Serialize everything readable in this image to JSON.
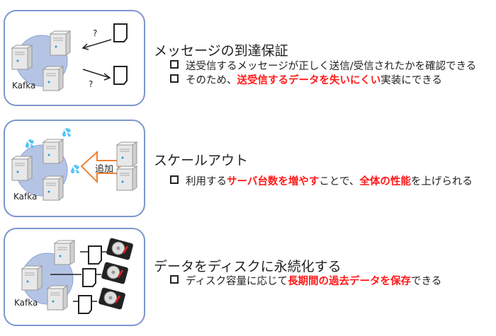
{
  "sections": [
    {
      "title": "メッセージの到達保証",
      "kafka_label": "Kafka",
      "marks": [
        "?",
        "?"
      ],
      "bullets": [
        [
          {
            "text": "送受信するメッセージが正しく送信/受信されたかを確認できる",
            "red": false
          }
        ],
        [
          {
            "text": "そのため、",
            "red": false
          },
          {
            "text": "送受信するデータを失いにくい",
            "red": true
          },
          {
            "text": "実装にできる",
            "red": false
          }
        ]
      ]
    },
    {
      "title": "スケールアウト",
      "kafka_label": "Kafka",
      "arrow_label": "追加",
      "bullets": [
        [
          {
            "text": "利用する",
            "red": false
          },
          {
            "text": "サーバ台数を増やす",
            "red": true
          },
          {
            "text": "ことで、",
            "red": false
          },
          {
            "text": "全体の性能",
            "red": true
          },
          {
            "text": "を上げられる",
            "red": false
          }
        ]
      ]
    },
    {
      "title": "データをディスクに永続化する",
      "kafka_label": "Kafka",
      "bullets": [
        [
          {
            "text": "ディスク容量に応じて",
            "red": false
          },
          {
            "text": "長期間の過去データを保存",
            "red": true
          },
          {
            "text": "できる",
            "red": false
          }
        ]
      ]
    }
  ],
  "colors": {
    "highlight": "#ff1a1a",
    "panel_border": "#7b96cc",
    "cluster": "#b4c4e4",
    "arrow": "#f08030"
  }
}
